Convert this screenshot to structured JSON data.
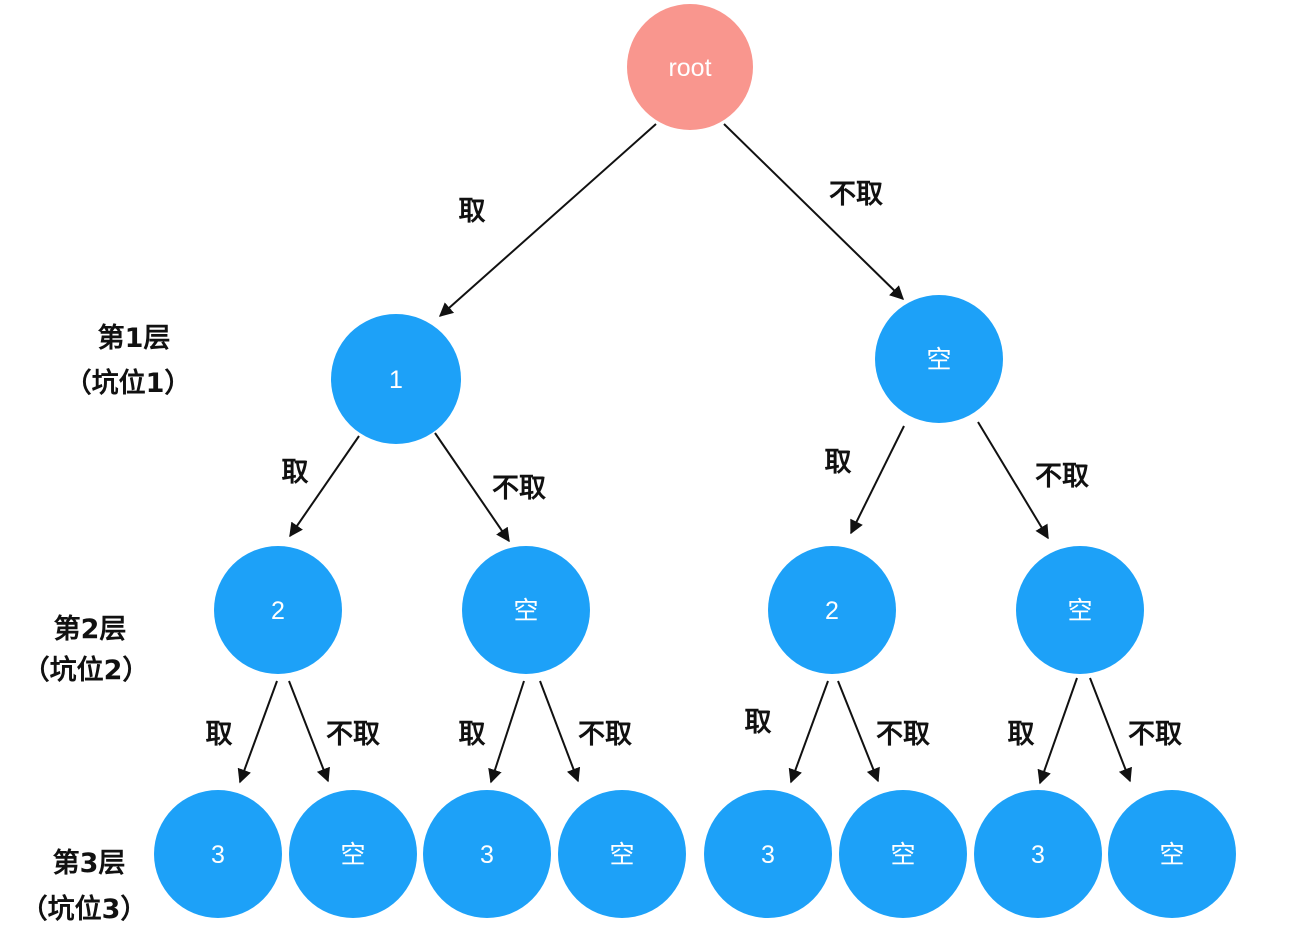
{
  "colors": {
    "root": "#F9968E",
    "node": "#1DA1F8",
    "node_text": "#FFFFFF",
    "edge": "#111111"
  },
  "root": {
    "label": "root"
  },
  "level1": {
    "nodes": [
      {
        "label": "1"
      },
      {
        "label": "空"
      }
    ],
    "level_label": {
      "line1": "第1层",
      "line2": "（坑位1）"
    }
  },
  "level2": {
    "nodes": [
      {
        "label": "2"
      },
      {
        "label": "空"
      },
      {
        "label": "2"
      },
      {
        "label": "空"
      }
    ],
    "level_label": {
      "line1": "第2层",
      "line2": "（坑位2）"
    }
  },
  "level3": {
    "nodes": [
      {
        "label": "3"
      },
      {
        "label": "空"
      },
      {
        "label": "3"
      },
      {
        "label": "空"
      },
      {
        "label": "3"
      },
      {
        "label": "空"
      },
      {
        "label": "3"
      },
      {
        "label": "空"
      }
    ],
    "level_label": {
      "line1": "第3层",
      "line2": "（坑位3）"
    }
  },
  "edges": {
    "take": "取",
    "skip": "不取"
  }
}
